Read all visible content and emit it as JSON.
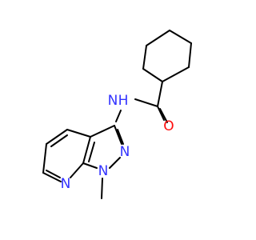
{
  "molecule": {
    "atoms": {
      "amide_n": {
        "symbol": "N",
        "hydrogen": "H"
      },
      "carbonyl_o": {
        "symbol": "O"
      },
      "pyrazole_n2": {
        "symbol": "N"
      },
      "pyrazole_n1": {
        "symbol": "N"
      },
      "pyridine_n7": {
        "symbol": "N"
      }
    },
    "colors": {
      "bond": "#000000",
      "nitrogen": "#3333ff",
      "oxygen": "#ff0d0d"
    }
  }
}
